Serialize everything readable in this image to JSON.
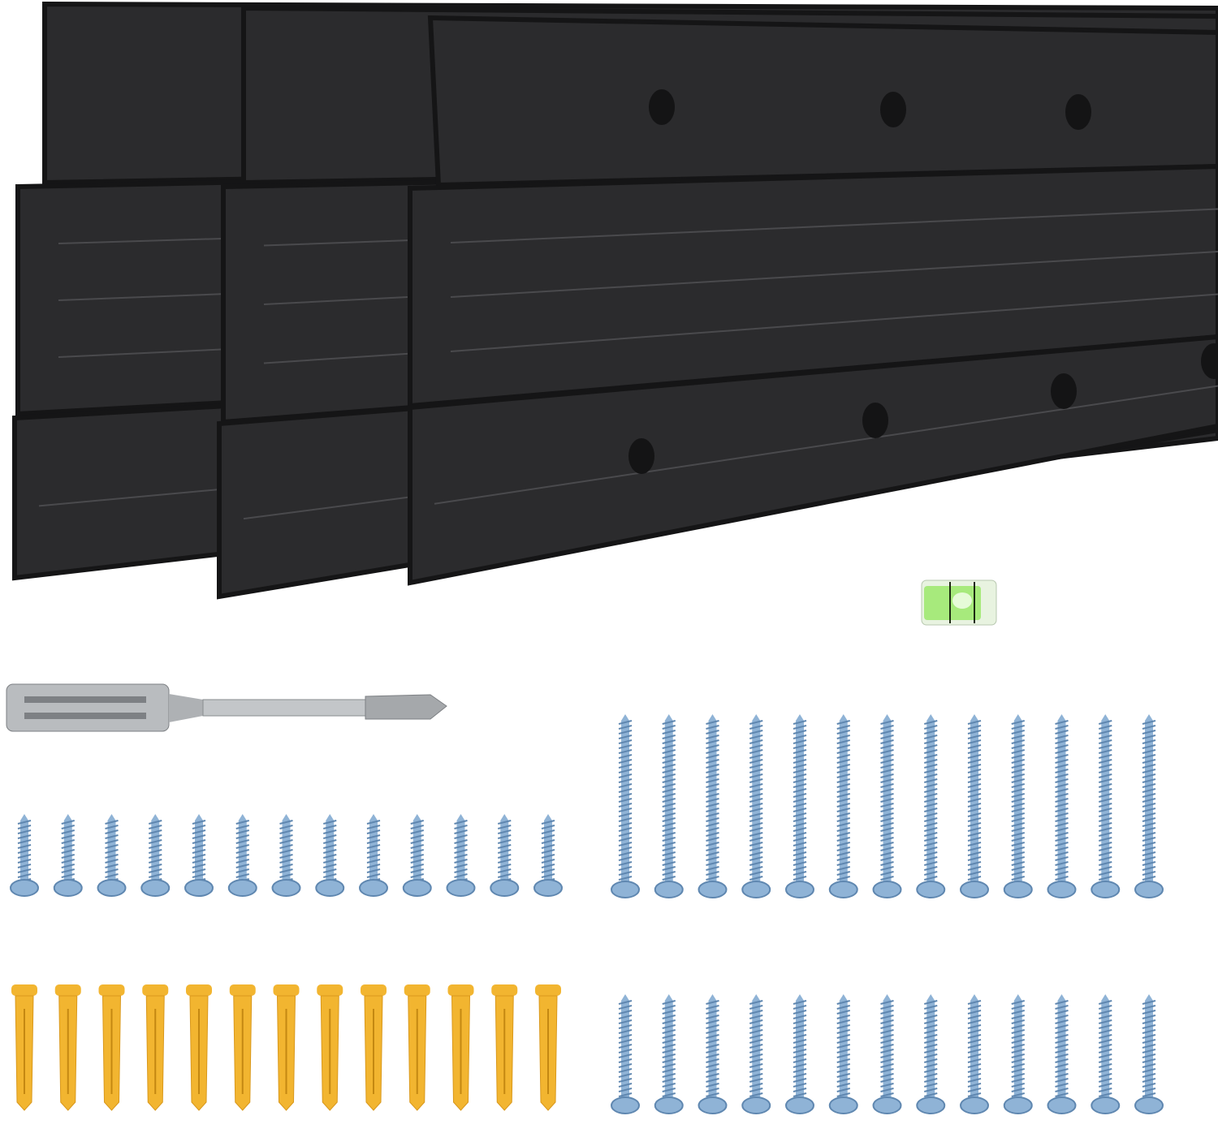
{
  "colors": {
    "background": "#ffffff",
    "rail": "#2b2b2d",
    "rail_edge": "#151516",
    "rail_groove": "#4a4a4d",
    "screw": "#8fb3d6",
    "screw_dark": "#5f87b0",
    "anchor": "#f2b530",
    "drill": "#b9bcbf",
    "level_liquid": "#9be86a"
  },
  "counts": {
    "rails": 3,
    "short_screws": 13,
    "long_screws_upper": 13,
    "long_screws_lower": 13,
    "wall_anchors": 13,
    "drill_bits": 1,
    "bubble_levels": 1
  }
}
